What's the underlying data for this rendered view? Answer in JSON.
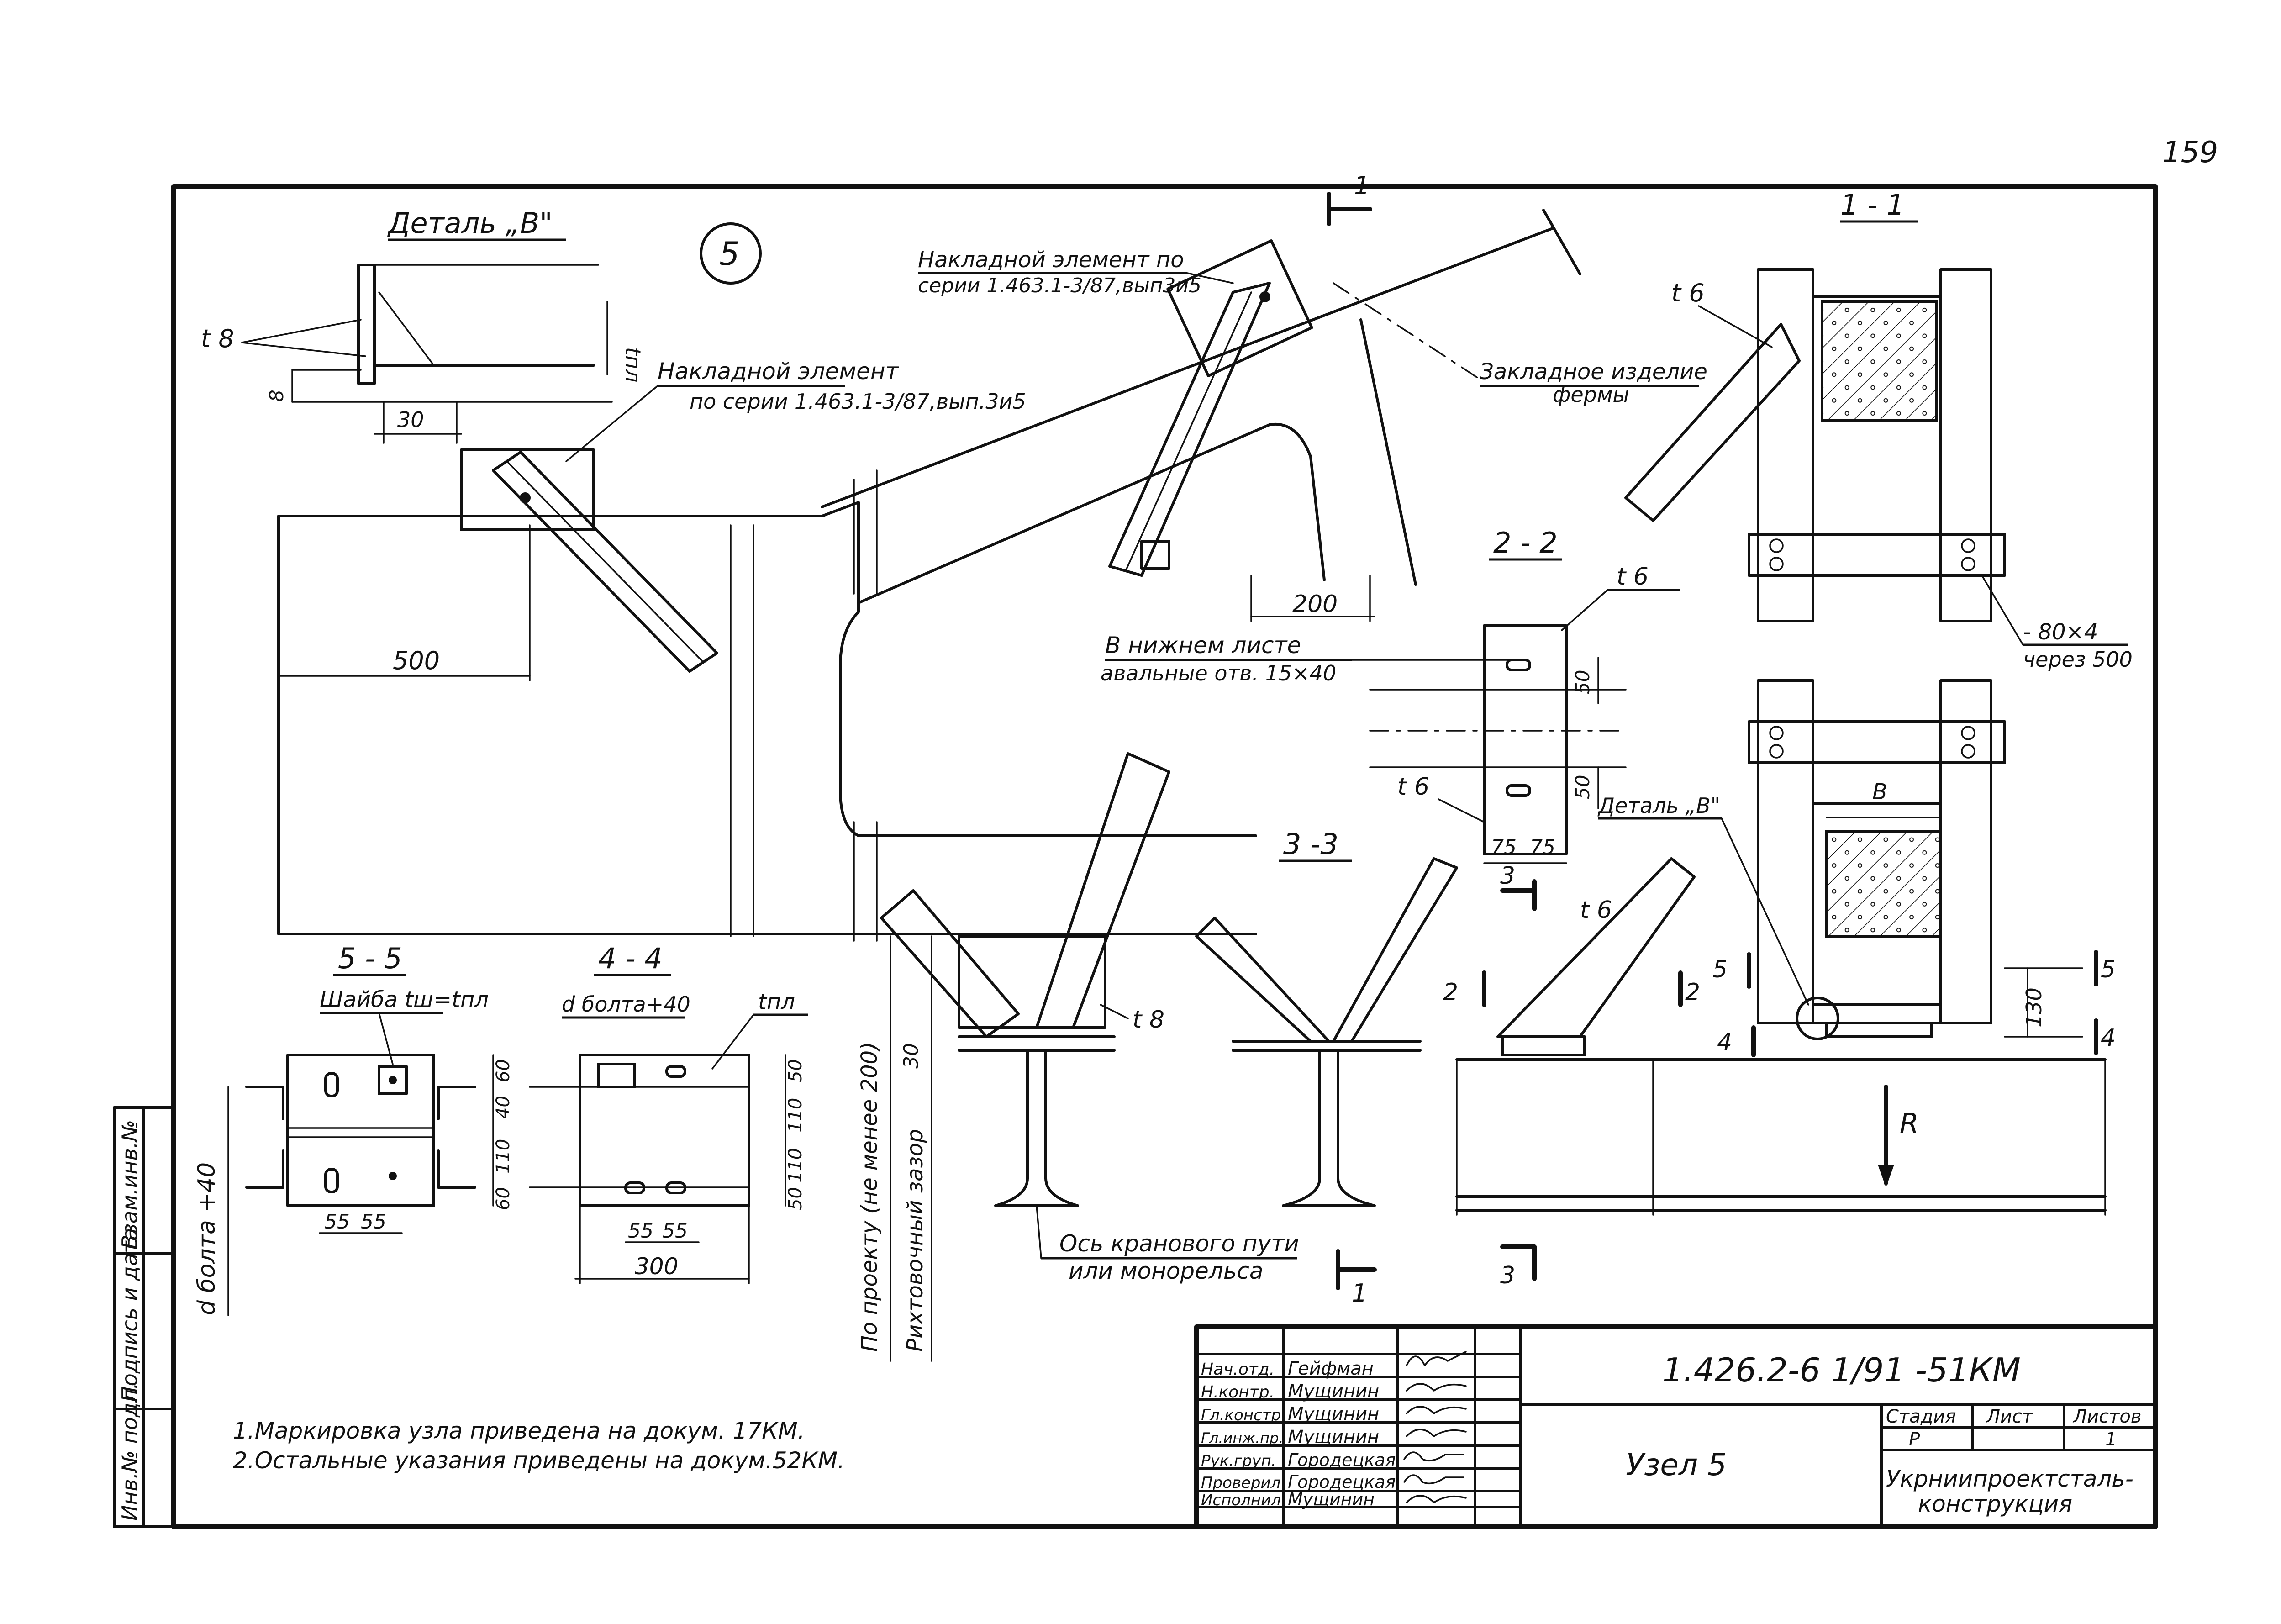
{
  "page_number": "159",
  "node_circle": "5",
  "detail_title": "Деталь „В\"",
  "sec_1_1": "1 - 1",
  "sec_2_2": "2 - 2",
  "sec_3_3": "3 -3",
  "sec_4_4": "4 - 4",
  "sec_5_5": "5 - 5",
  "cut_marks": {
    "one": "1",
    "two": "2",
    "three": "3",
    "four": "4",
    "five": "5"
  },
  "labels": {
    "t8": "t 8",
    "t8_right": "t 8",
    "t6_a": "t 6",
    "t6_b": "t 6",
    "t6_c": "t 6",
    "t6_d": "t 6",
    "tpl": "tпл",
    "tpl_44": "tпл",
    "overlay_top_1": "Накладной элемент по",
    "overlay_top_2": "серии 1.463.1-3/87,вып3и5",
    "overlay_left_1": "Накладной элемент",
    "overlay_left_2": "по серии 1.463.1-3/87,вып.3и5",
    "embedded_1": "Закладное изделие",
    "embedded_2": "фермы",
    "lower_sheet_1": "В нижнем листе",
    "lower_sheet_2": "авальные отв. 15×40",
    "strip_1": "- 80×4",
    "strip_2": "через 500",
    "detail_ref": "Деталь „В\"",
    "washer": "Шайба tш=tпл",
    "bolt_d_40": "d болта+40",
    "bolt_d_40_vert": "d болта +40",
    "by_project": "По проекту (не менее 200)",
    "rect_gap": "Рихтовочный зазор",
    "axis_1": "Ось кранового пути",
    "axis_2": "или монорельса",
    "R": "R",
    "B": "В"
  },
  "dims": {
    "d8": "8",
    "d30": "30",
    "d500": "500",
    "d200": "200",
    "d50a": "50",
    "d50b": "50",
    "d75a": "75",
    "d75b": "75",
    "d130": "130",
    "d30_gap": "30",
    "d55a": "55",
    "d55b": "55",
    "d60a": "60",
    "d40": "40",
    "d110a": "110",
    "d60b": "60",
    "d55c": "55",
    "d55d": "55",
    "d300": "300",
    "d50c": "50",
    "d110b": "110",
    "d110c": "110",
    "d50d": "50"
  },
  "notes": [
    "1.Маркировка узла приведена на докум. 17КМ.",
    "2.Остальные указания приведены на докум.52КМ."
  ],
  "side_stamp": [
    "Инв.№ подл.",
    "Подпись и дата",
    "Взам.инв.№"
  ],
  "title_block": {
    "doc_code": "1.426.2-6 1/91 -51КМ",
    "sheet_title": "Узел 5",
    "stage_header": "Стадия",
    "sheet_header": "Лист",
    "sheets_header": "Листов",
    "stage_value": "Р",
    "sheet_value": "",
    "sheets_value": "1",
    "org_1": "Укрниипроектсталь-",
    "org_2": "конструкция",
    "rows": [
      {
        "role": "Нач.отд.",
        "name": "Гейфман"
      },
      {
        "role": "Н.контр.",
        "name": "Мущинин"
      },
      {
        "role": "Гл.констр.",
        "name": "Мущинин"
      },
      {
        "role": "Гл.инж.пр.",
        "name": "Мущинин"
      },
      {
        "role": "Рук.груп.",
        "name": "Городецкая"
      },
      {
        "role": "Проверил",
        "name": "Городецкая"
      },
      {
        "role": "Исполнил",
        "name": "Мущинин"
      }
    ]
  }
}
